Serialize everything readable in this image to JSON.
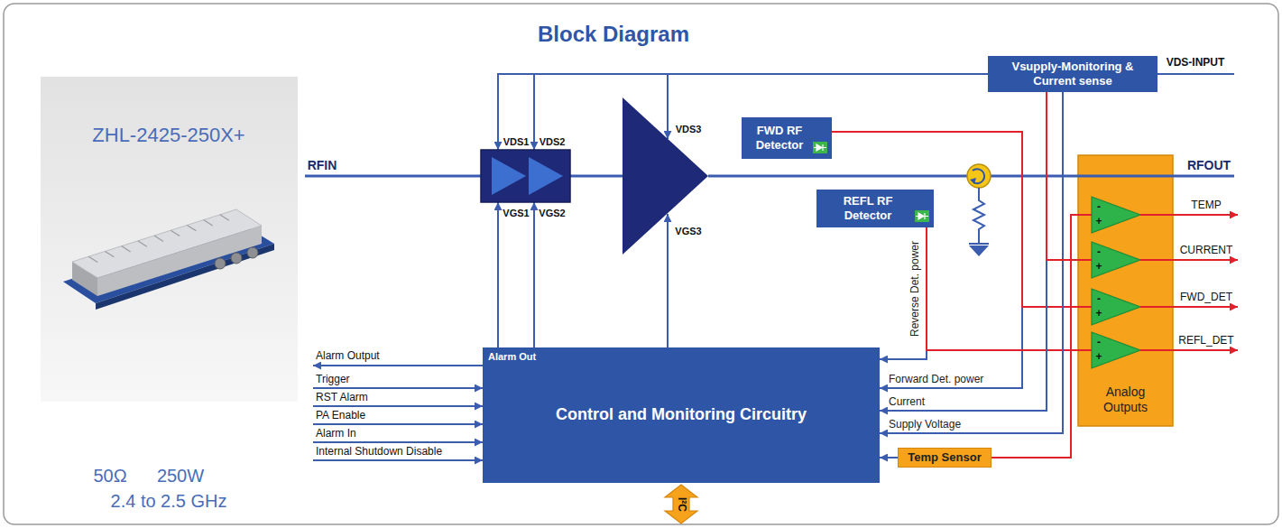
{
  "diagram": {
    "title": "Block Diagram",
    "nodes": [
      {
        "text": [
          "Vsupply-Monitoring & Current sense"
        ]
      },
      {
        "text": [
          "FWD RF Detector"
        ]
      },
      {
        "text": [
          "REFL RF Detector"
        ]
      },
      {
        "text": [
          "Analog Outputs"
        ]
      },
      {
        "text": [
          "Alarm Out",
          "Control and Monitoring Circuitry"
        ]
      },
      {
        "text": [
          "Temp Sensor"
        ]
      }
    ],
    "edges": [
      {
        "from": 1,
        "to": 4,
        "arrow": "to",
        "label": "Forward Det. power"
      },
      {
        "from": 1,
        "to": 3,
        "arrow": "none"
      },
      {
        "from": 2,
        "to": 4,
        "arrow": "to",
        "label": "Reverse Det. power"
      },
      {
        "from": 2,
        "to": 3,
        "arrow": "none"
      },
      {
        "from": 0,
        "to": 4,
        "arrow": "to",
        "label": "Current"
      },
      {
        "from": 0,
        "to": 4,
        "arrow": "to",
        "label": "Supply Voltage"
      },
      {
        "from": 0,
        "to": 3,
        "arrow": "none"
      },
      {
        "from": 5,
        "to": 4,
        "arrow": "to"
      },
      {
        "from": 5,
        "to": 3,
        "arrow": "none"
      }
    ],
    "labels": [
      "ZHL-2425-250X+",
      "50Ω",
      "250W",
      "2.4 to 2.5 GHz",
      "RFIN",
      "VDS1",
      "VDS2",
      "VGS1",
      "VGS2",
      "VDS3",
      "VGS3",
      "VDS-INPUT",
      "RFOUT",
      "-",
      "+",
      "-",
      "+",
      "-",
      "+",
      "-",
      "+",
      "TEMP",
      "CURRENT",
      "FWD_DET",
      "REFL_DET",
      "Alarm Output",
      "Trigger",
      "RST Alarm",
      "PA Enable",
      "Alarm In",
      "Internal Shutdown Disable",
      "I²C"
    ]
  }
}
